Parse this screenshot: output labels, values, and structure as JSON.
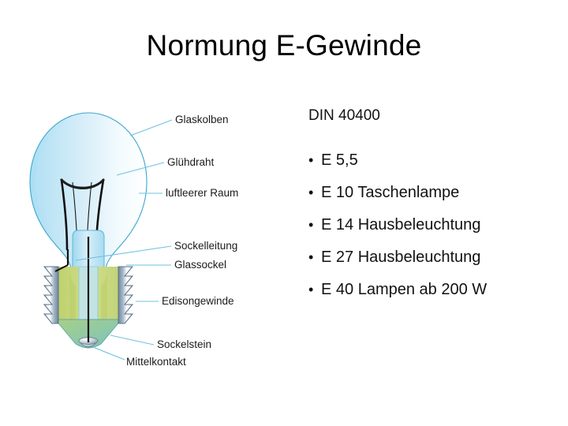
{
  "slide": {
    "title": "Normung E-Gewinde",
    "background_color": "#ffffff"
  },
  "content": {
    "din_heading": "DIN 40400",
    "bullet_marker": "•",
    "bullets": [
      {
        "label": "E 5,5"
      },
      {
        "label": "E 10 Taschenlampe"
      },
      {
        "label": "E 14 Hausbeleuchtung"
      },
      {
        "label": "E 27 Hausbeleuchtung"
      },
      {
        "label": "E 40 Lampen ab 200 W"
      }
    ]
  },
  "diagram": {
    "name": "incandescent-light-bulb-cross-section",
    "labels": [
      {
        "id": "glaskolben",
        "text": "Glaskolben"
      },
      {
        "id": "gluehdraht",
        "text": "Glühdraht"
      },
      {
        "id": "luftleerer",
        "text": "luftleerer Raum"
      },
      {
        "id": "sockelleitung",
        "text": "Sockelleitung"
      },
      {
        "id": "glassockel",
        "text": "Glassockel"
      },
      {
        "id": "edisongewinde",
        "text": "Edisongewinde"
      },
      {
        "id": "sockelstein",
        "text": "Sockelstein"
      },
      {
        "id": "mittelkontakt",
        "text": "Mittelkontakt"
      }
    ],
    "colors": {
      "glass_light": "#ffffff",
      "glass_blue": "#b9e3f5",
      "glass_outline": "#3ba7cf",
      "leader_line": "#6ec2e0",
      "metal_light": "#ffffff",
      "metal_mid": "#b7c8d8",
      "metal_dark": "#6e8296",
      "socket_olive": "#c8d87a",
      "socket_green": "#8fc79a",
      "wire_dark": "#111111",
      "label_text": "#1b1b1b"
    }
  }
}
